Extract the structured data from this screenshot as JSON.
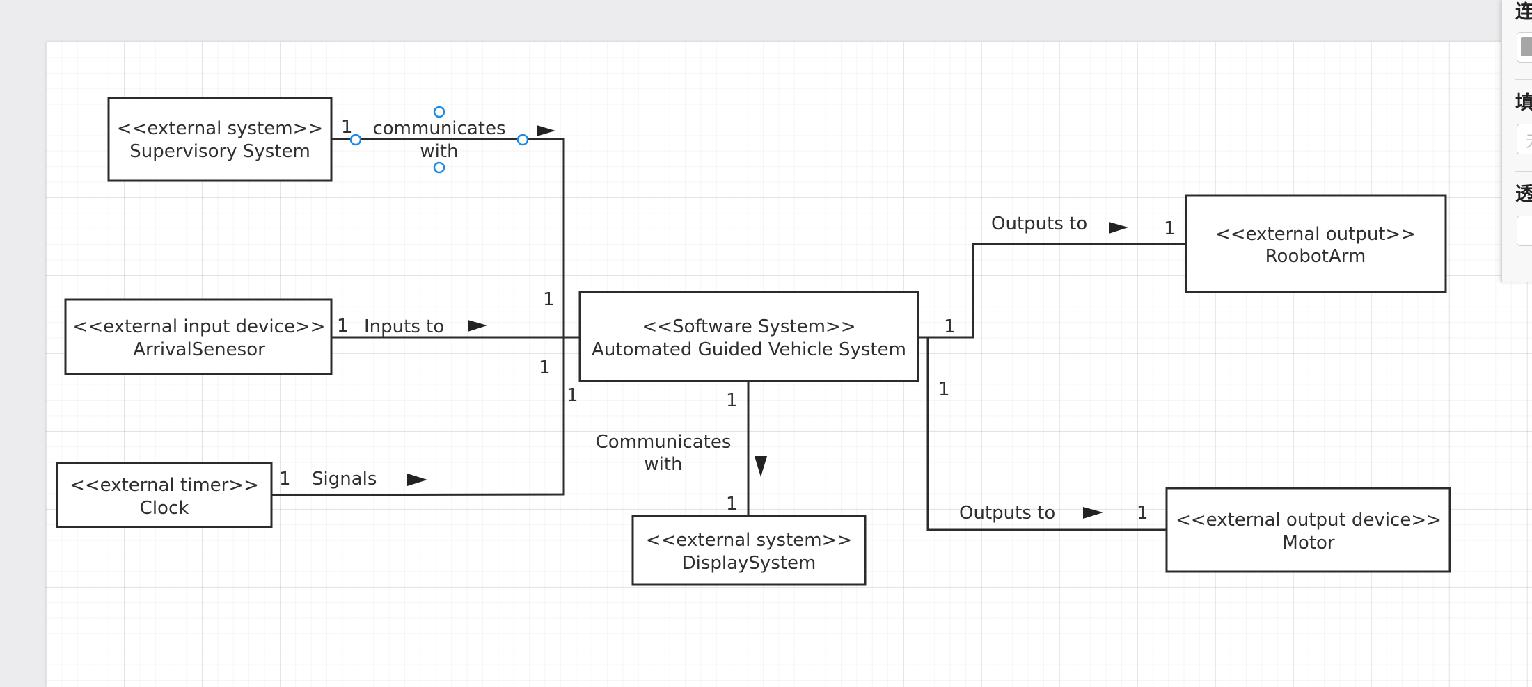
{
  "diagram": {
    "boxes": {
      "supervisory": {
        "stereotype": "<<external system>>",
        "name": "Supervisory System"
      },
      "arrival": {
        "stereotype": "<<external input device>>",
        "name": "ArrivalSenesor"
      },
      "clock": {
        "stereotype": "<<external timer>>",
        "name": "Clock"
      },
      "agvs": {
        "stereotype": "<<Software System>>",
        "name": "Automated Guided Vehicle System"
      },
      "display": {
        "stereotype": "<<external system>>",
        "name": "DisplaySystem"
      },
      "robotarm": {
        "stereotype": "<<external output>>",
        "name": "RoobotArm"
      },
      "motor": {
        "stereotype": "<<external output device>>",
        "name": "Motor"
      }
    },
    "associations": {
      "supervisory": {
        "line1": "communicates",
        "line2": "with",
        "mult_source": "1",
        "mult_target": "1"
      },
      "arrival": {
        "label": "Inputs to",
        "mult_source": "1",
        "mult_target": "1"
      },
      "clock": {
        "label": "Signals",
        "mult_source": "1",
        "mult_target": "1"
      },
      "display": {
        "line1": "Communicates",
        "line2": "with",
        "mult_source": "1",
        "mult_target": "1"
      },
      "robotarm": {
        "label": "Outputs to",
        "mult_source": "1",
        "mult_target": "1"
      },
      "motor": {
        "label": "Outputs to",
        "mult_source": "1",
        "mult_target": "1"
      }
    }
  },
  "panel": {
    "line_label": "连",
    "fill_label": "填",
    "opacity_label": "透",
    "fill_value": "无"
  },
  "colors": {
    "line": "#2b2b2b",
    "handle": "#1e88e5",
    "panel_swatch": "#a6a6a6"
  }
}
